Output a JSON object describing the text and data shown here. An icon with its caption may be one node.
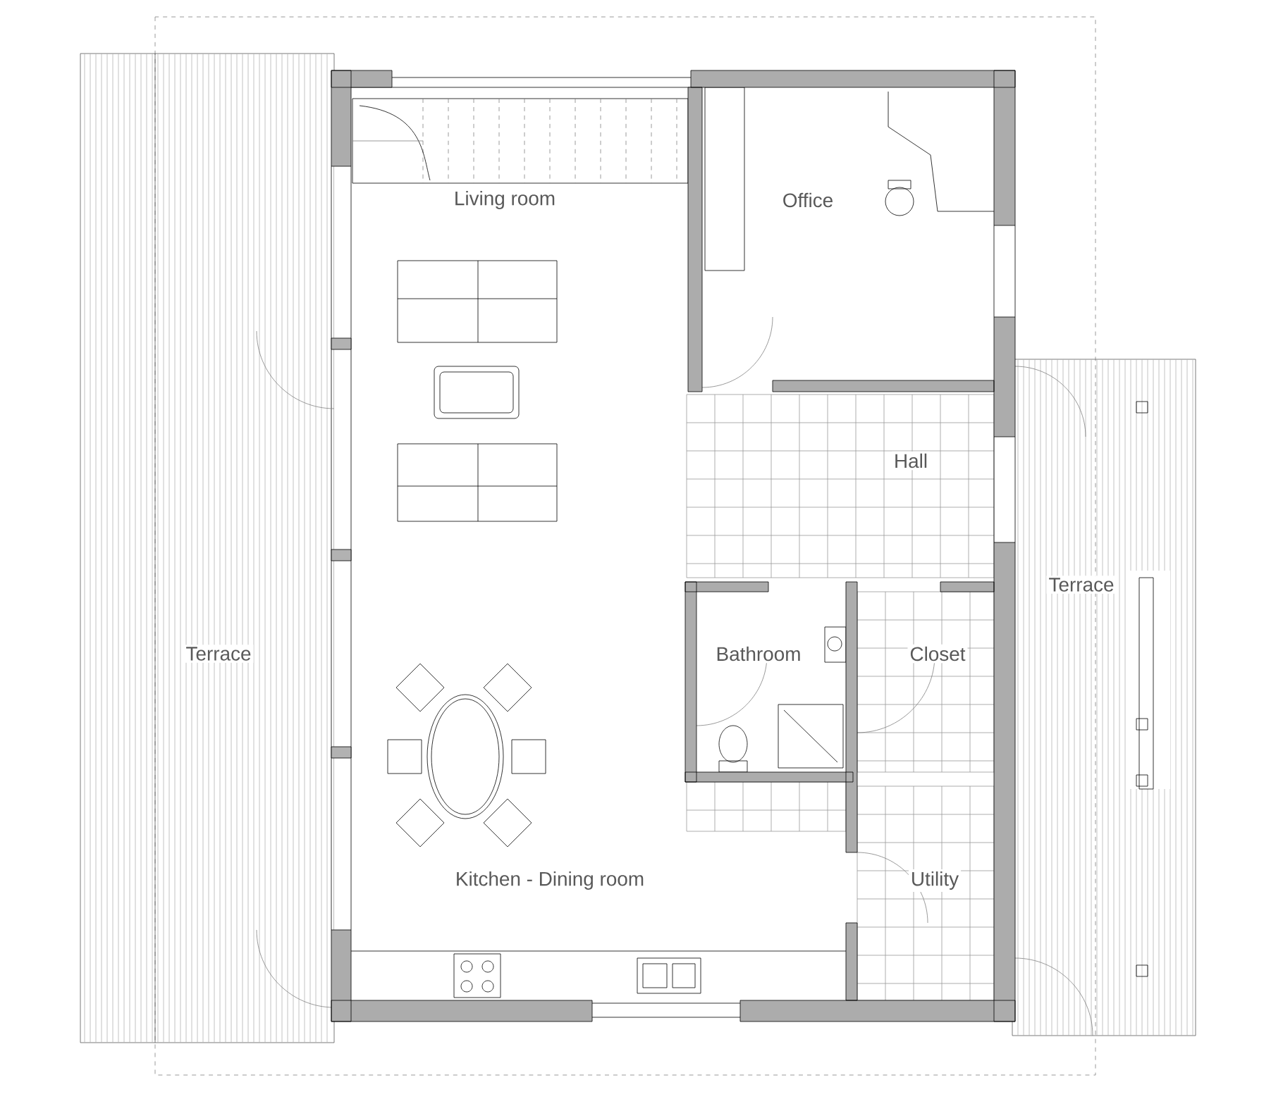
{
  "diagram": {
    "labels": [
      "Living room",
      "Office",
      "Hall",
      "Terrace",
      "Terrace",
      "Bathroom",
      "Closet",
      "Kitchen - Dining room",
      "Utility"
    ]
  }
}
